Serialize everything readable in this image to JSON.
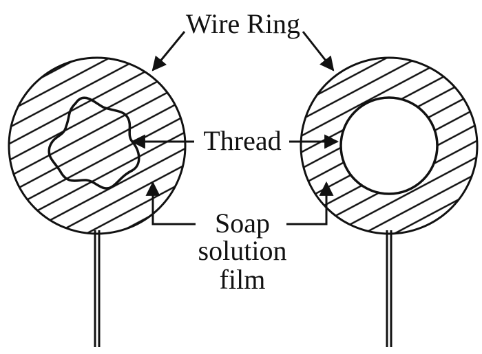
{
  "labels": {
    "wire_ring": "Wire Ring",
    "thread": "Thread",
    "soap_line1": "Soap",
    "soap_line2": "solution",
    "soap_line3": "film"
  },
  "colors": {
    "ink": "#111111",
    "background": "#ffffff"
  }
}
